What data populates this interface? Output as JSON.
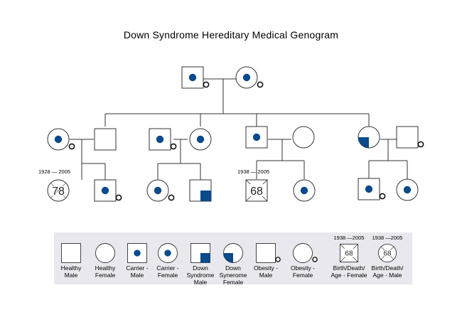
{
  "title": "Down Syndrome Hereditary Medical Genogram",
  "colors": {
    "fill": "#0b4a8b",
    "stroke": "#333333",
    "legend_bg": "#e8e8ee"
  },
  "individuals": {
    "gp_male": {
      "type": "carrier-male",
      "obesity": true
    },
    "gp_female": {
      "type": "carrier-female",
      "obesity": true
    },
    "c1_wife": {
      "type": "carrier-female",
      "obesity": true
    },
    "c1_husband": {
      "type": "healthy-male"
    },
    "c2_husband": {
      "type": "carrier-male",
      "obesity": true
    },
    "c2_wife": {
      "type": "carrier-female"
    },
    "c3_husband": {
      "type": "carrier-male"
    },
    "c3_wife": {
      "type": "healthy-female"
    },
    "c4_wife": {
      "type": "down-female"
    },
    "c4_husband": {
      "type": "healthy-male",
      "obesity": true
    },
    "g1_deceased": {
      "type": "dead-female",
      "age": "78",
      "birth": "1928",
      "death": "2005"
    },
    "g2_son": {
      "type": "carrier-male",
      "obesity": true
    },
    "g3_daughter": {
      "type": "carrier-female",
      "obesity": true
    },
    "g4_son": {
      "type": "down-male"
    },
    "g5_deceased": {
      "type": "dead-male",
      "age": "68",
      "birth": "1938",
      "death": "2005"
    },
    "g6_daughter": {
      "type": "carrier-female"
    },
    "g7_son": {
      "type": "carrier-male",
      "obesity": true
    },
    "g8_daughter": {
      "type": "carrier-female"
    }
  },
  "date_labels": {
    "g1": {
      "birth": "1928",
      "death": "2005"
    },
    "g5": {
      "birth": "1938",
      "death": "2005"
    }
  },
  "legend": [
    {
      "symbol": "healthy-male",
      "label": "Healthy\nMale"
    },
    {
      "symbol": "healthy-female",
      "label": "Healthy\nFemale"
    },
    {
      "symbol": "carrier-male",
      "label": "Carrier -\nMale"
    },
    {
      "symbol": "carrier-female",
      "label": "Carrier -\nFemale"
    },
    {
      "symbol": "down-male",
      "label": "Down\nSyndrome\nMale"
    },
    {
      "symbol": "down-female",
      "label": "Down\nSynerome\nFemale"
    },
    {
      "symbol": "obesity-male",
      "label": "Obesity -\nMale"
    },
    {
      "symbol": "obesity-female",
      "label": "Obesity -\nFemale"
    },
    {
      "symbol": "dead-female-legend",
      "label": "Birth/Death/\nAge - Female",
      "age": "68",
      "birth": "1938",
      "death": "2005"
    },
    {
      "symbol": "dead-male-legend",
      "label": "Birth/Death/\nAge - Male",
      "age": "68",
      "birth": "1938",
      "death": "2005"
    }
  ]
}
